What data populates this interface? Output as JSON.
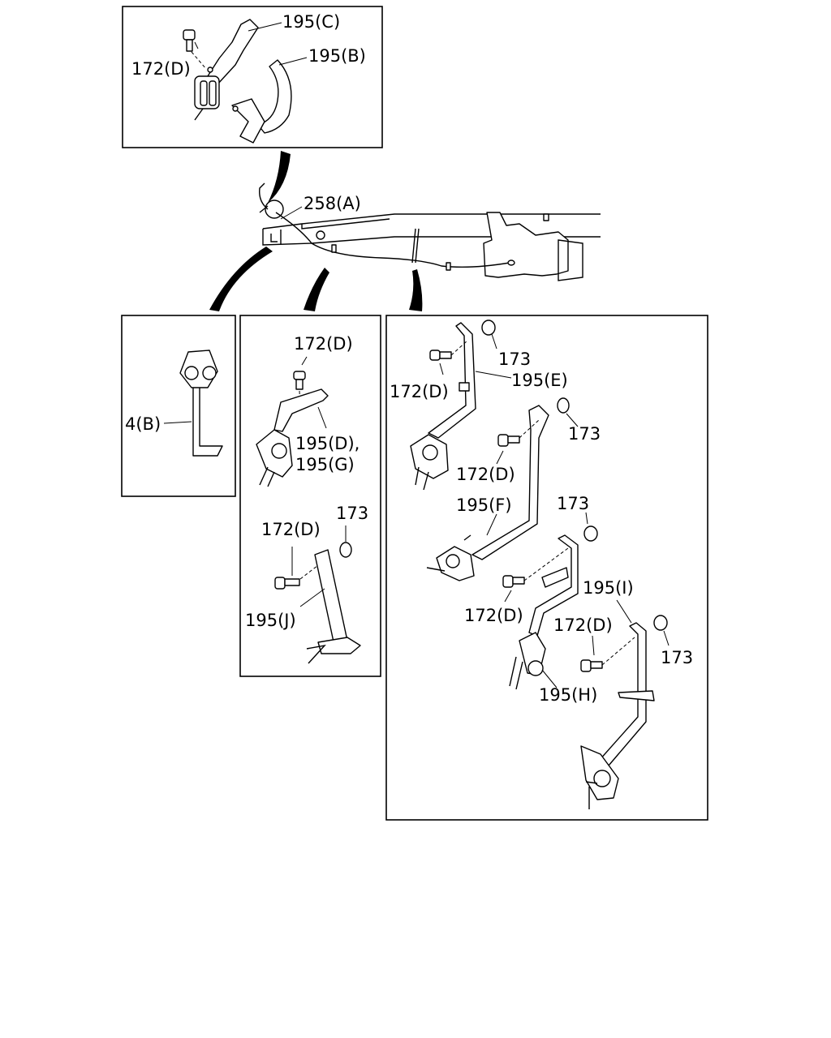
{
  "labels": {
    "top_195c": "195(C)",
    "top_172d": "172(D)",
    "top_195b": "195(B)",
    "main_258a": "258(A)",
    "left_4b": "4(B)",
    "mid_172d_a": "172(D)",
    "mid_195d": "195(D),",
    "mid_195g": "195(G)",
    "mid_172d_b": "172(D)",
    "mid_173": "173",
    "mid_195j": "195(J)",
    "right_173_a": "173",
    "right_172d_a": "172(D)",
    "right_195e": "195(E)",
    "right_173_b": "173",
    "right_172d_b": "172(D)",
    "right_195f": "195(F)",
    "right_173_c": "173",
    "right_195i": "195(I)",
    "right_172d_c": "172(D)",
    "right_172d_d": "172(D)",
    "right_173_d": "173",
    "right_195h": "195(H)"
  }
}
